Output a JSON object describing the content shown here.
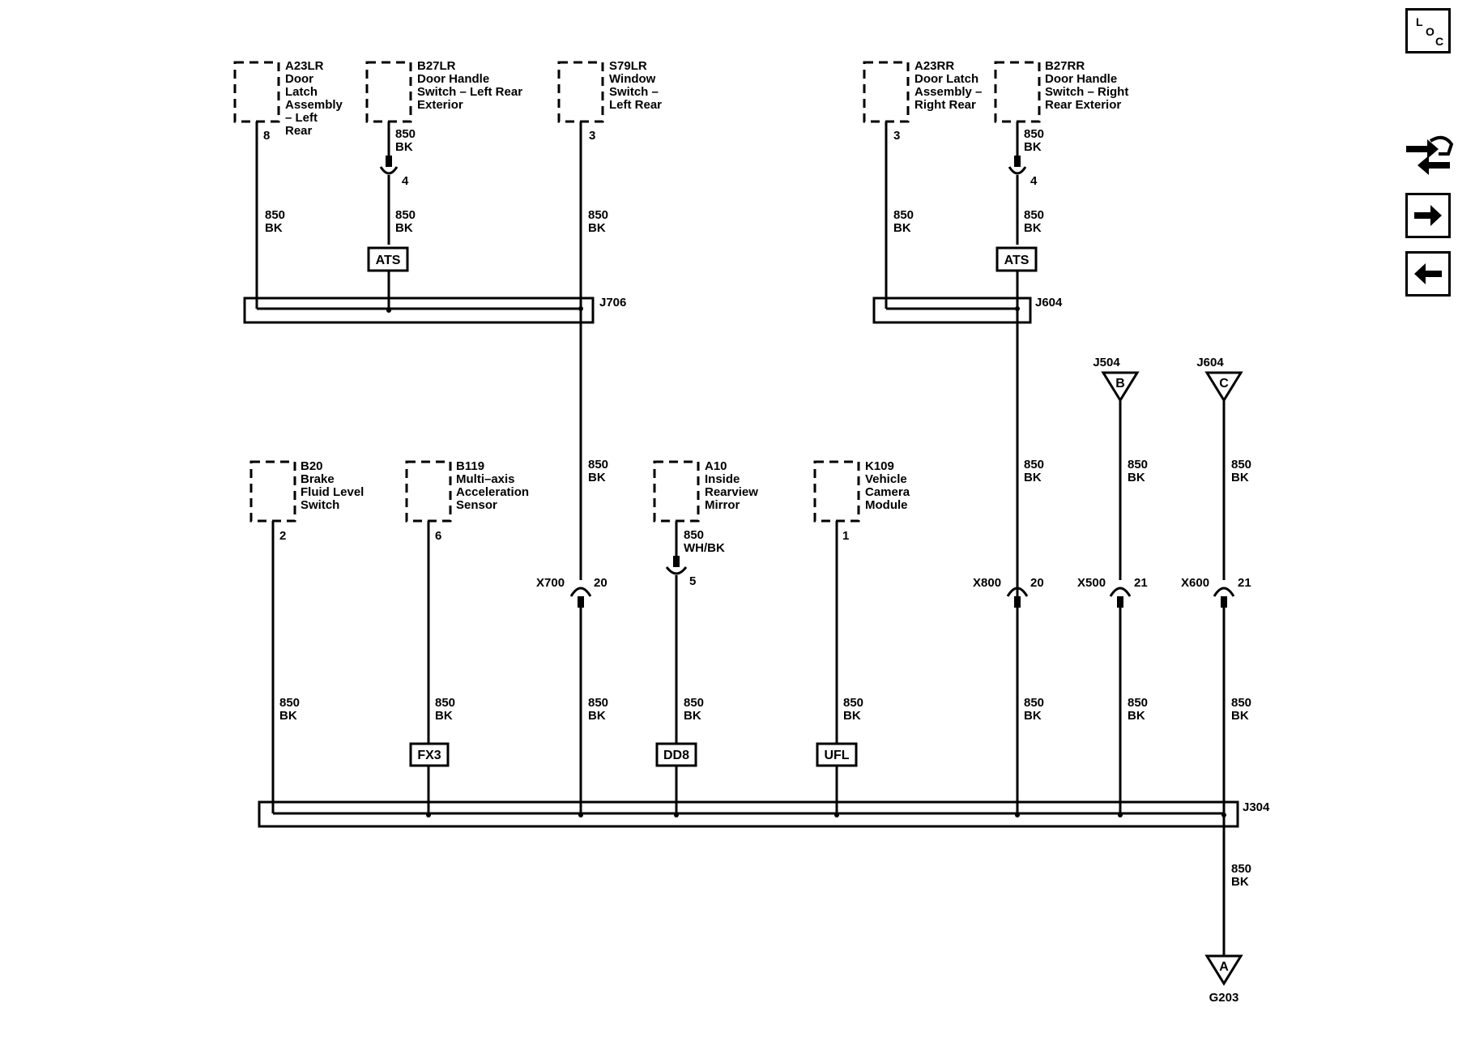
{
  "components": {
    "a23lr": {
      "id": "A23LR",
      "l1": "Door",
      "l2": "Latch",
      "l3": "Assembly",
      "l4": "– Left",
      "l5": "Rear",
      "pin": "8"
    },
    "b27lr": {
      "id": "B27LR",
      "l1": "Door Handle",
      "l2": "Switch – Left Rear",
      "l3": "Exterior",
      "pin_label": "850",
      "pin_color": "BK",
      "pin": "4"
    },
    "s79lr": {
      "id": "S79LR",
      "l1": "Window",
      "l2": "Switch –",
      "l3": "Left Rear",
      "pin": "3"
    },
    "a23rr": {
      "id": "A23RR",
      "l1": "Door Latch",
      "l2": "Assembly –",
      "l3": "Right Rear",
      "pin": "3"
    },
    "b27rr": {
      "id": "B27RR",
      "l1": "Door Handle",
      "l2": "Switch – Right",
      "l3": "Rear Exterior",
      "pin_label": "850",
      "pin_color": "BK",
      "pin": "4"
    },
    "b20": {
      "id": "B20",
      "l1": "Brake",
      "l2": "Fluid Level",
      "l3": "Switch",
      "pin": "2"
    },
    "b119": {
      "id": "B119",
      "l1": "Multi–axis",
      "l2": "Acceleration",
      "l3": "Sensor",
      "pin": "6"
    },
    "a10": {
      "id": "A10",
      "l1": "Inside",
      "l2": "Rearview",
      "l3": "Mirror",
      "wire": "850",
      "wire_color": "WH/BK",
      "pin": "5"
    },
    "k109": {
      "id": "K109",
      "l1": "Vehicle",
      "l2": "Camera",
      "l3": "Module",
      "pin": "1"
    }
  },
  "wire": {
    "circuit": "850",
    "color": "BK"
  },
  "splices": {
    "j706": "J706",
    "j604": "J604",
    "j304": "J304"
  },
  "inline": {
    "x700": {
      "name": "X700",
      "pin": "20"
    },
    "x800": {
      "name": "X800",
      "pin": "20"
    },
    "x500": {
      "name": "X500",
      "pin": "21"
    },
    "x600": {
      "name": "X600",
      "pin": "21"
    }
  },
  "offpage": {
    "j504": {
      "name": "J504",
      "letter": "B"
    },
    "j604c": {
      "name": "J604",
      "letter": "C"
    },
    "g203": {
      "name": "G203",
      "letter": "A"
    }
  },
  "options": {
    "ats": "ATS",
    "fx3": "FX3",
    "dd8": "DD8",
    "ufl": "UFL"
  },
  "sidebar": {
    "loc_l": "L",
    "loc_o": "O",
    "loc_c": "C"
  }
}
